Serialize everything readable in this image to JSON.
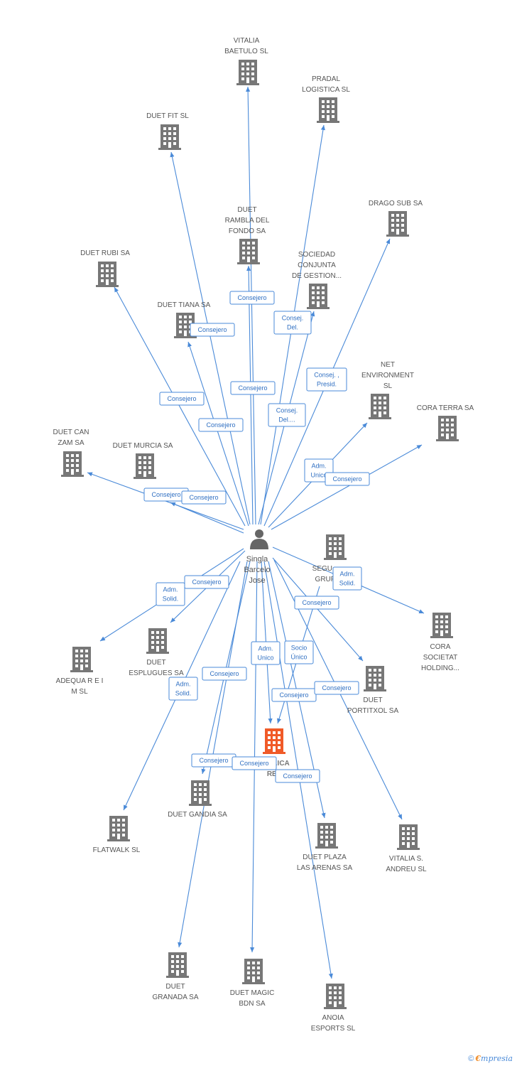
{
  "colors": {
    "edge": "#4a8ad8",
    "building": "#777777",
    "focus": "#f05a28",
    "person": "#666666"
  },
  "center": {
    "name_lines": [
      "Singla",
      "Barcelo",
      "Jose"
    ],
    "icon": "person-icon"
  },
  "nodes": [
    {
      "id": "vitalia-baetulo",
      "lines": [
        "VITALIA",
        "BAETULO SL"
      ]
    },
    {
      "id": "pradal-logistica",
      "lines": [
        "PRADAL",
        "LOGISTICA SL"
      ]
    },
    {
      "id": "duet-fit",
      "lines": [
        "DUET FIT SL"
      ]
    },
    {
      "id": "drago-sub",
      "lines": [
        "DRAGO SUB SA"
      ]
    },
    {
      "id": "duet-rambla",
      "lines": [
        "DUET",
        "RAMBLA DEL",
        "FONDO SA"
      ]
    },
    {
      "id": "duet-rubi",
      "lines": [
        "DUET RUBI SA"
      ]
    },
    {
      "id": "sociedad-conjunta",
      "lines": [
        "SOCIEDAD",
        "CONJUNTA",
        "DE GESTION..."
      ]
    },
    {
      "id": "duet-tiana",
      "lines": [
        "DUET TIANA SA"
      ]
    },
    {
      "id": "net-environment",
      "lines": [
        "NET",
        "ENVIRONMENT",
        "SL"
      ]
    },
    {
      "id": "cora-terra",
      "lines": [
        "CORA TERRA SA"
      ]
    },
    {
      "id": "duet-can-zam",
      "lines": [
        "DUET CAN",
        "ZAM SA"
      ]
    },
    {
      "id": "duet-murcia",
      "lines": [
        "DUET MURCIA SA"
      ]
    },
    {
      "id": "segu-grup",
      "lines": [
        "SEGU...",
        "GRUP"
      ]
    },
    {
      "id": "cora-societat",
      "lines": [
        "CORA",
        "SOCIETAT",
        "HOLDING..."
      ]
    },
    {
      "id": "duet-esplugues",
      "lines": [
        "DUET",
        "ESPLUGUES SA"
      ]
    },
    {
      "id": "adequa",
      "lines": [
        "ADEQUA R E I",
        "M SL"
      ]
    },
    {
      "id": "duet-portitxol",
      "lines": [
        "DUET",
        "PORTITXOL SA"
      ]
    },
    {
      "id": "focus",
      "lines": [
        "...ICA",
        "REWCO"
      ]
    },
    {
      "id": "duet-gandia",
      "lines": [
        "DUET GANDIA SA"
      ]
    },
    {
      "id": "flatwalk",
      "lines": [
        "FLATWALK SL"
      ]
    },
    {
      "id": "duet-plaza",
      "lines": [
        "DUET PLAZA",
        "LAS ARENAS SA"
      ]
    },
    {
      "id": "vitalia-andreu",
      "lines": [
        "VITALIA S.",
        "ANDREU SL"
      ]
    },
    {
      "id": "duet-granada",
      "lines": [
        "DUET",
        "GRANADA SA"
      ]
    },
    {
      "id": "duet-magic",
      "lines": [
        "DUET MAGIC",
        "BDN SA"
      ]
    },
    {
      "id": "anoia-esports",
      "lines": [
        "ANOIA",
        "ESPORTS SL"
      ]
    }
  ],
  "edges": [
    {
      "to": "vitalia-baetulo",
      "lines": [
        "Consejero"
      ]
    },
    {
      "to": "pradal-logistica",
      "lines": [
        "Consej.",
        "Del."
      ]
    },
    {
      "to": "duet-fit",
      "lines": [
        "Consejero"
      ]
    },
    {
      "to": "drago-sub",
      "lines": [
        "Consej. ,",
        "Presid."
      ]
    },
    {
      "to": "duet-rambla",
      "lines": [
        "Consejero"
      ]
    },
    {
      "to": "duet-rubi",
      "lines": [
        "Consejero"
      ]
    },
    {
      "to": "sociedad-conjunta",
      "lines": [
        "Consej.",
        "Del...."
      ]
    },
    {
      "to": "duet-tiana",
      "lines": [
        "Consejero"
      ]
    },
    {
      "to": "net-environment",
      "lines": [
        "Adm.",
        "Unico"
      ]
    },
    {
      "to": "cora-terra",
      "lines": [
        "Consejero"
      ]
    },
    {
      "to": "duet-can-zam",
      "lines": [
        "Consejero"
      ]
    },
    {
      "to": "duet-murcia",
      "lines": [
        "Consejero"
      ]
    },
    {
      "to": "cora-societat",
      "lines": [
        "Adm.",
        "Solid."
      ]
    },
    {
      "to": "duet-esplugues",
      "lines": [
        "Consejero"
      ]
    },
    {
      "to": "adequa",
      "lines": [
        "Adm.",
        "Solid."
      ]
    },
    {
      "to": "duet-portitxol",
      "lines": [
        "Consejero"
      ]
    },
    {
      "to": "focus",
      "lines": [
        "Adm.",
        "Unico"
      ]
    },
    {
      "to": "focus",
      "lines": [
        "Socio",
        "Único"
      ]
    },
    {
      "to": "duet-gandia",
      "lines": [
        "Consejero"
      ]
    },
    {
      "to": "flatwalk",
      "lines": [
        "Adm.",
        "Solid."
      ]
    },
    {
      "to": "duet-plaza",
      "lines": [
        "Consejero"
      ]
    },
    {
      "to": "vitalia-andreu",
      "lines": [
        "Consejero"
      ]
    },
    {
      "to": "duet-granada",
      "lines": [
        "Consejero"
      ]
    },
    {
      "to": "duet-magic",
      "lines": [
        "Consejero"
      ]
    },
    {
      "to": "anoia-esports",
      "lines": [
        "Consejero"
      ]
    }
  ],
  "footer": {
    "copyright": "©",
    "brand_first": "€",
    "brand_rest": "mpresia"
  }
}
